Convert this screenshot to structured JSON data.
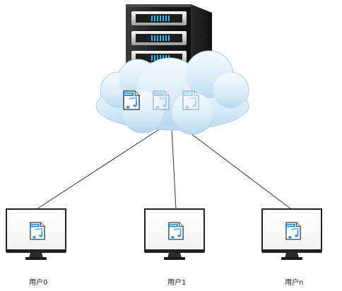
{
  "server": {
    "icon": "server-rack-icon"
  },
  "cloud": {
    "icon": "cloud-icon",
    "color": "#cfe6f5"
  },
  "cloud_files": [
    {
      "icon": "music-file-icon",
      "tag": "music",
      "opacity": 1.0
    },
    {
      "icon": "music-file-icon",
      "tag": "music",
      "opacity": 0.35
    },
    {
      "icon": "music-file-icon",
      "tag": "music",
      "opacity": 0.35
    }
  ],
  "users": [
    {
      "label": "用户0",
      "icon": "monitor-icon",
      "file_icon": "music-file-icon",
      "file_tag": "music"
    },
    {
      "label": "用户1",
      "icon": "monitor-icon",
      "file_icon": "music-file-icon",
      "file_tag": "music"
    },
    {
      "label": "用户n",
      "icon": "monitor-icon",
      "file_icon": "music-file-icon",
      "file_tag": "music"
    }
  ],
  "colors": {
    "connector": "#333333",
    "accent": "#1e88d6",
    "monitor_frame": "#222222"
  }
}
